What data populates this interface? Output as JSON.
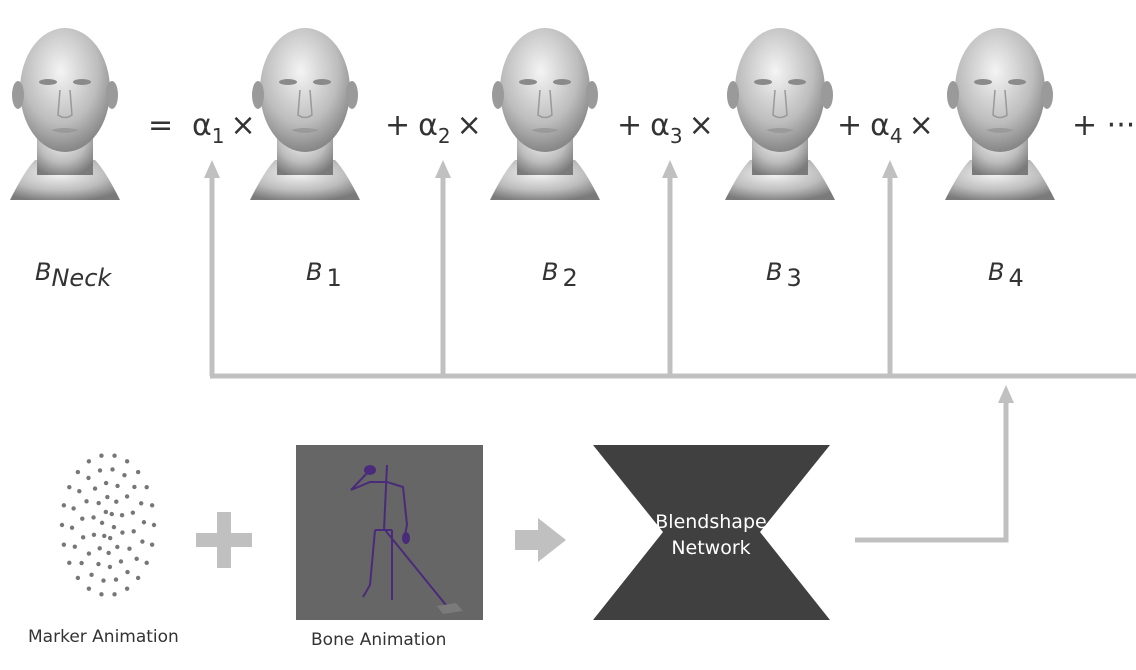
{
  "equation": {
    "equals": "=",
    "terms": [
      {
        "op": "",
        "coef": "α",
        "sub": "1",
        "times": "×"
      },
      {
        "op": "+",
        "coef": "α",
        "sub": "2",
        "times": "×"
      },
      {
        "op": "+",
        "coef": "α",
        "sub": "3",
        "times": "×"
      },
      {
        "op": "+",
        "coef": "α",
        "sub": "4",
        "times": "×"
      }
    ],
    "tail": "+ ···"
  },
  "labels": [
    {
      "base": "B",
      "sub": "Neck"
    },
    {
      "base": "B",
      "sub": "1"
    },
    {
      "base": "B",
      "sub": "2"
    },
    {
      "base": "B",
      "sub": "3"
    },
    {
      "base": "B",
      "sub": "4"
    }
  ],
  "inputs": {
    "marker_caption": "Marker Animation",
    "bone_caption": "Bone Animation",
    "plus": "+"
  },
  "network": {
    "line1": "Blendshape",
    "line2": "Network"
  },
  "colors": {
    "connector": "#c0c0c0",
    "network": "#404040",
    "bone_bg": "#666666",
    "skeleton": "#4a2a7a"
  }
}
